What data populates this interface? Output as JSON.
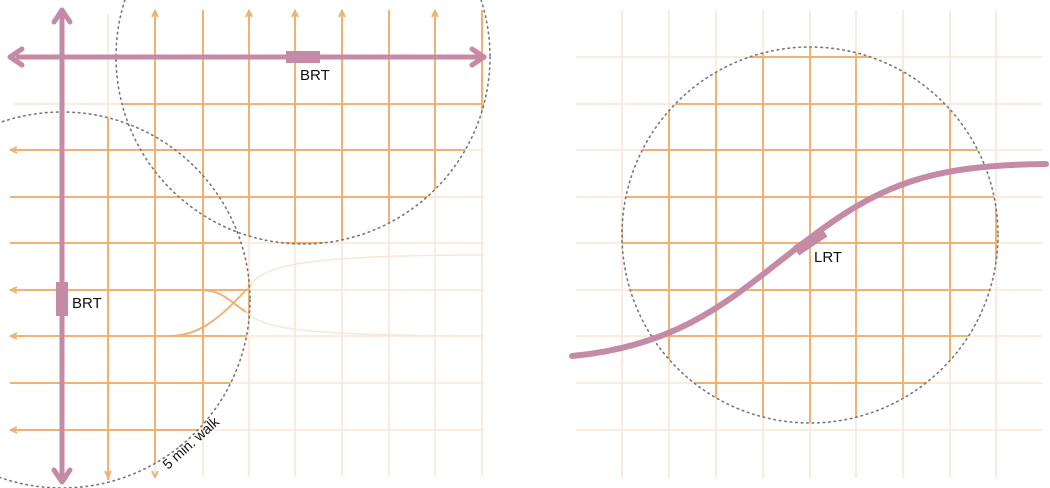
{
  "labels": {
    "brt_top": "BRT",
    "brt_left": "BRT",
    "lrt": "LRT",
    "walk": "5 min. walk"
  },
  "colors": {
    "street_active": "#eeb274",
    "street_faded": "#fbe6d4",
    "transit": "#c48aa6",
    "circle": "#777777",
    "text": "#111111"
  }
}
